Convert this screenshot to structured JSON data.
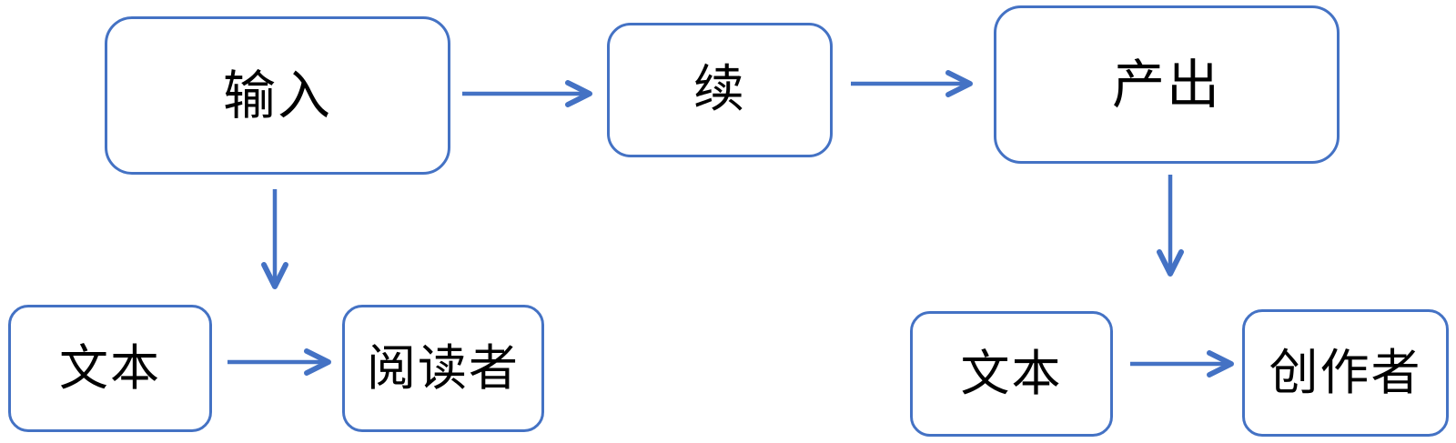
{
  "diagram": {
    "type": "flowchart",
    "nodes": [
      {
        "id": "input",
        "label": "输入"
      },
      {
        "id": "continue",
        "label": "续"
      },
      {
        "id": "output",
        "label": "产出"
      },
      {
        "id": "text-source",
        "label": "文本"
      },
      {
        "id": "reader",
        "label": "阅读者"
      },
      {
        "id": "text-product",
        "label": "文本"
      },
      {
        "id": "creator",
        "label": "创作者"
      }
    ],
    "edges": [
      {
        "from": "input",
        "to": "continue"
      },
      {
        "from": "continue",
        "to": "output"
      },
      {
        "from": "input",
        "to": "text-source"
      },
      {
        "from": "text-source",
        "to": "reader"
      },
      {
        "from": "output",
        "to": "text-product"
      },
      {
        "from": "text-product",
        "to": "creator"
      }
    ],
    "colors": {
      "box_border": "#4472C4",
      "arrow": "#4472C4",
      "text": "#000000",
      "background": "#FFFFFF"
    }
  }
}
